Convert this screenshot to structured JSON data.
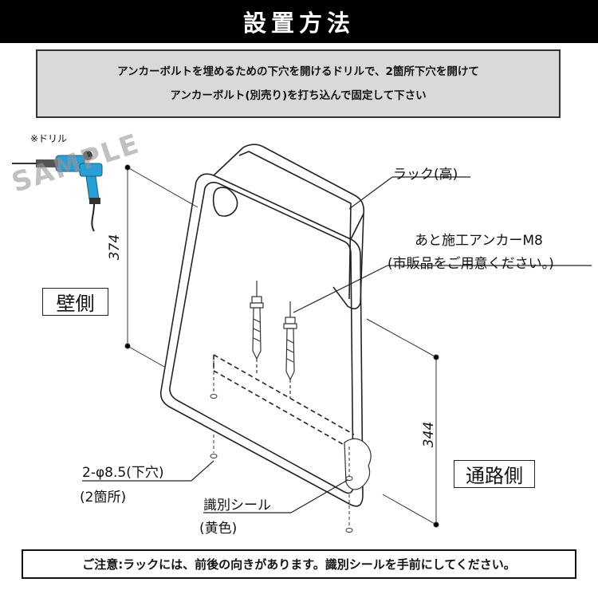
{
  "title": "設置方法",
  "instruction": {
    "line1": "アンカーボルトを埋めるための下穴を開けるドリルで、2箇所下穴を開けて",
    "line2": "アンカーボルト(別売り)を打ち込んで固定して下さい"
  },
  "drill_note": "※ドリル",
  "watermark": "SAMPLE",
  "labels": {
    "rack": "ラック(高)",
    "anchor_line1": "あと施工アンカーM8",
    "anchor_line2": "(市販品をご用意ください。)",
    "wall_side": "壁側",
    "road_side": "通路側",
    "hole_line1": "2-φ8.5(下穴)",
    "hole_line2": "(2箇所)",
    "seal_line1": "識別シール",
    "seal_line2": "(黄色)"
  },
  "dimensions": {
    "height": "374",
    "depth": "344"
  },
  "caution": "ご注意:ラックには、前後の向きがあります。識別シールを手前にしてください。",
  "colors": {
    "title_bg": "#000000",
    "instruction_bg": "#d9d9d9",
    "drill_body": "#2a9fd6"
  }
}
